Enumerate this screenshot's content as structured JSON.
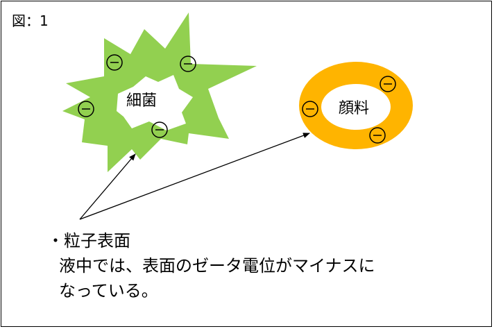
{
  "figure_label": "図：1",
  "bacteria": {
    "label": "細菌",
    "color": "#92D050",
    "charge_symbol": "⊖"
  },
  "pigment": {
    "label": "顔料",
    "color": "#FFB400",
    "charge_symbol": "⊖"
  },
  "note": {
    "title": "・粒子表面",
    "line1": "液中では、表面のゼータ電位がマイナスに",
    "line2": "なっている。"
  }
}
